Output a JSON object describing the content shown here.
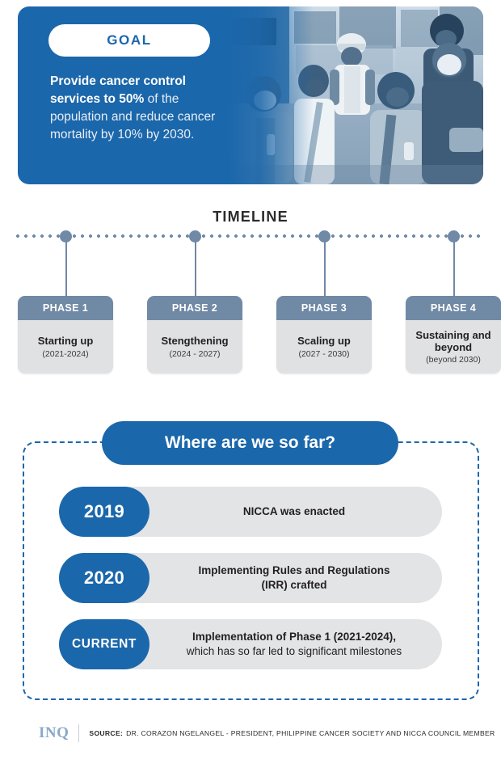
{
  "colors": {
    "primary_blue": "#1b67ab",
    "steel_blue": "#7089a5",
    "light_grey": "#e2e4e6",
    "card_grey": "#dfe1e3",
    "logo_blue": "#8aa9c9"
  },
  "goal": {
    "pill_label": "GOAL",
    "text_strong": "Provide cancer control services to 50%",
    "text_rest": " of the population and reduce cancer mortality by 10% by 2030.",
    "photo_alt": "people-wearing-face-masks-on-street"
  },
  "timeline": {
    "title": "TIMELINE",
    "phases": [
      {
        "header": "PHASE 1",
        "name": "Starting up",
        "years": "(2021-2024)"
      },
      {
        "header": "PHASE 2",
        "name": "Stengthening",
        "years": "(2024 - 2027)"
      },
      {
        "header": "PHASE 3",
        "name": "Scaling up",
        "years": "(2027 - 2030)"
      },
      {
        "header": "PHASE 4",
        "name": "Sustaining and beyond",
        "years": "(beyond 2030)"
      }
    ]
  },
  "progress": {
    "heading": "Where are we so far?",
    "milestones": [
      {
        "badge": "2019",
        "line1": "NICCA was enacted",
        "line2": ""
      },
      {
        "badge": "2020",
        "line1": "Implementing Rules and Regulations",
        "line2": "(IRR) crafted"
      },
      {
        "badge": "CURRENT",
        "line1": "Implementation of Phase 1 (2021-2024),",
        "line2": "which has so far led to significant milestones"
      }
    ]
  },
  "footer": {
    "logo": "INQ",
    "source_label": "SOURCE:",
    "source_text": "DR. CORAZON NGELANGEL - PRESIDENT, PHILIPPINE CANCER SOCIETY AND NICCA COUNCIL MEMBER"
  }
}
